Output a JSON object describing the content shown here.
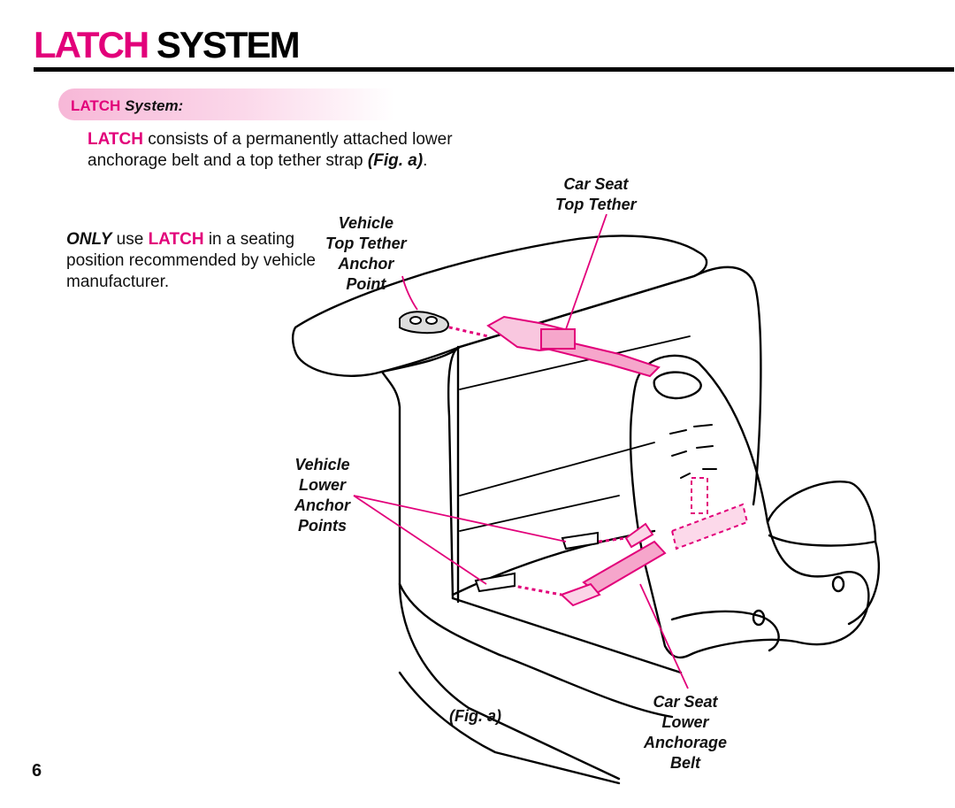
{
  "header": {
    "title_pink": "LATCH",
    "title_black": "SYSTEM"
  },
  "section": {
    "label_pink": "LATCH",
    "label_italic": "System:"
  },
  "paragraph1": {
    "pink": "LATCH",
    "text": " consists of a permanently attached lower anchorage belt and a top tether strap ",
    "fig_ref": "(Fig. a)",
    "end": "."
  },
  "paragraph2": {
    "bold": "ONLY",
    "text1": " use ",
    "pink": "LATCH",
    "text2": " in a seating position recommended by vehicle manufacturer."
  },
  "labels": {
    "vehicle_top_tether_anchor": [
      "Vehicle",
      "Top Tether",
      "Anchor",
      "Point"
    ],
    "car_seat_top_tether": [
      "Car Seat",
      "Top Tether"
    ],
    "vehicle_lower_anchor": [
      "Vehicle",
      "Lower",
      "Anchor",
      "Points"
    ],
    "car_seat_lower_belt": [
      "Car Seat",
      "Lower",
      "Anchorage",
      "Belt"
    ],
    "figure_caption": "(Fig. a)"
  },
  "page_number": "6",
  "colors": {
    "accent": "#e2007a",
    "strap": "#f06cab",
    "line": "#000000"
  }
}
